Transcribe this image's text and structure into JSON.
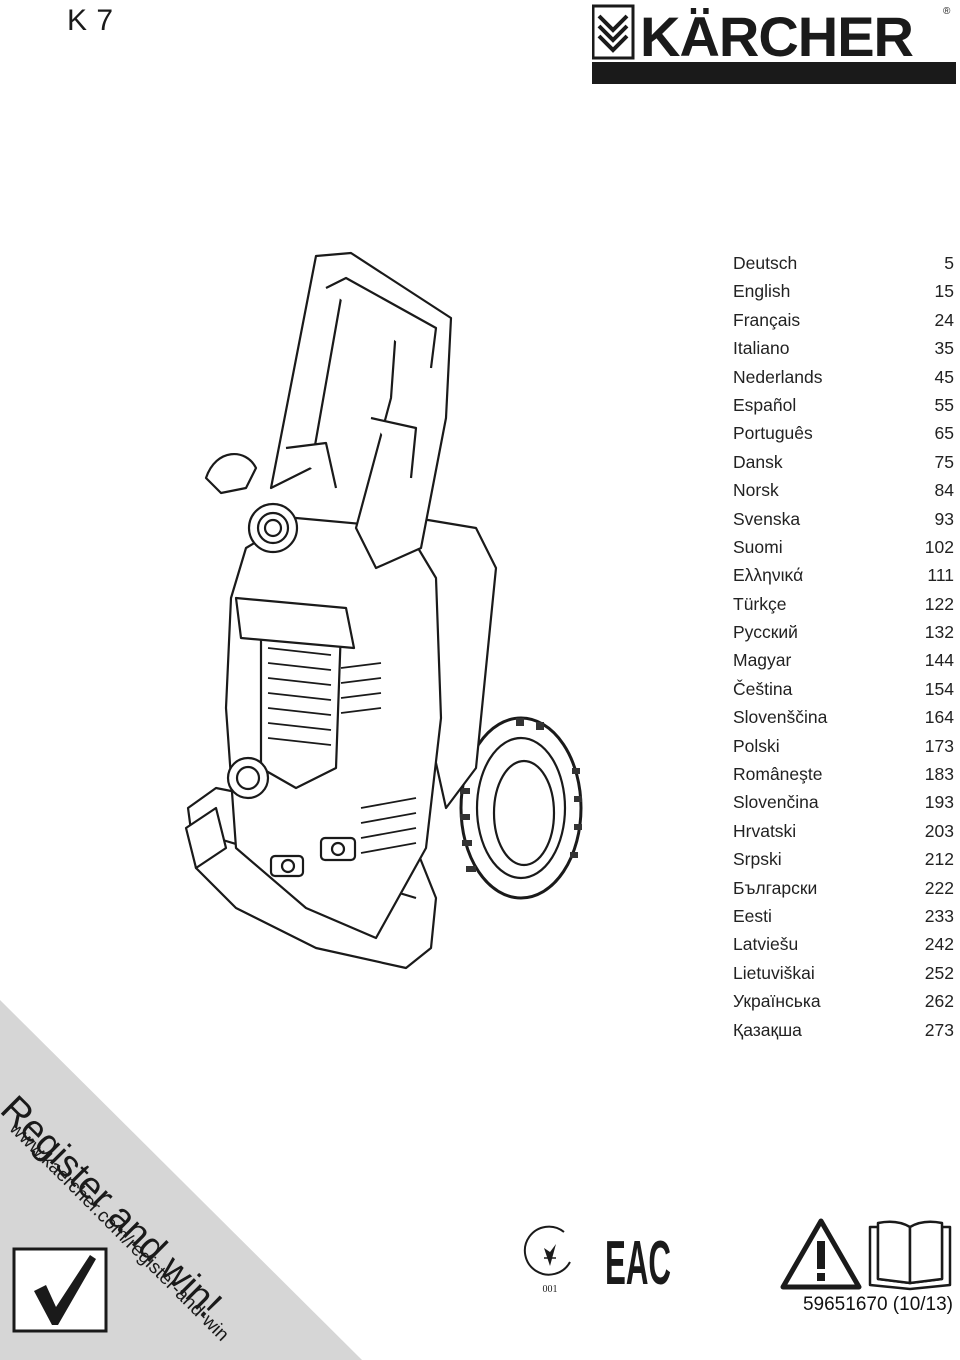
{
  "header": {
    "model": "K 7",
    "brand": "KÄRCHER",
    "registered_mark": "®"
  },
  "toc": [
    {
      "language": "Deutsch",
      "page": "5"
    },
    {
      "language": "English",
      "page": "15"
    },
    {
      "language": "Français",
      "page": "24"
    },
    {
      "language": "Italiano",
      "page": "35"
    },
    {
      "language": "Nederlands",
      "page": "45"
    },
    {
      "language": "Español",
      "page": "55"
    },
    {
      "language": "Português",
      "page": "65"
    },
    {
      "language": "Dansk",
      "page": "75"
    },
    {
      "language": "Norsk",
      "page": "84"
    },
    {
      "language": "Svenska",
      "page": "93"
    },
    {
      "language": "Suomi",
      "page": "102"
    },
    {
      "language": "Ελληνικά",
      "page": "111"
    },
    {
      "language": "Türkçe",
      "page": "122"
    },
    {
      "language": "Русский",
      "page": "132"
    },
    {
      "language": "Magyar",
      "page": "144"
    },
    {
      "language": "Čeština",
      "page": "154"
    },
    {
      "language": "Slovenščina",
      "page": "164"
    },
    {
      "language": "Polski",
      "page": "173"
    },
    {
      "language": "Româneşte",
      "page": "183"
    },
    {
      "language": "Slovenčina",
      "page": "193"
    },
    {
      "language": "Hrvatski",
      "page": "203"
    },
    {
      "language": "Srpski",
      "page": "212"
    },
    {
      "language": "Български",
      "page": "222"
    },
    {
      "language": "Eesti",
      "page": "233"
    },
    {
      "language": "Latviešu",
      "page": "242"
    },
    {
      "language": "Lietuviškai",
      "page": "252"
    },
    {
      "language": "Українська",
      "page": "262"
    },
    {
      "language": "Қазақша",
      "page": "273"
    }
  ],
  "promo": {
    "headline": "Register and win!",
    "url": "www.kaercher.com/register-and-win"
  },
  "footer": {
    "cert_code": "001",
    "eac_mark": "EAC",
    "part_number": "59651670 (10/13)"
  },
  "colors": {
    "brand_yellow": "#FFE600",
    "brand_black": "#1a1a1a",
    "corner_grey": "#d6d6d6"
  },
  "icons": [
    "checkmark-icon",
    "warning-icon",
    "manual-book-icon",
    "certification-icon",
    "eac-icon"
  ]
}
